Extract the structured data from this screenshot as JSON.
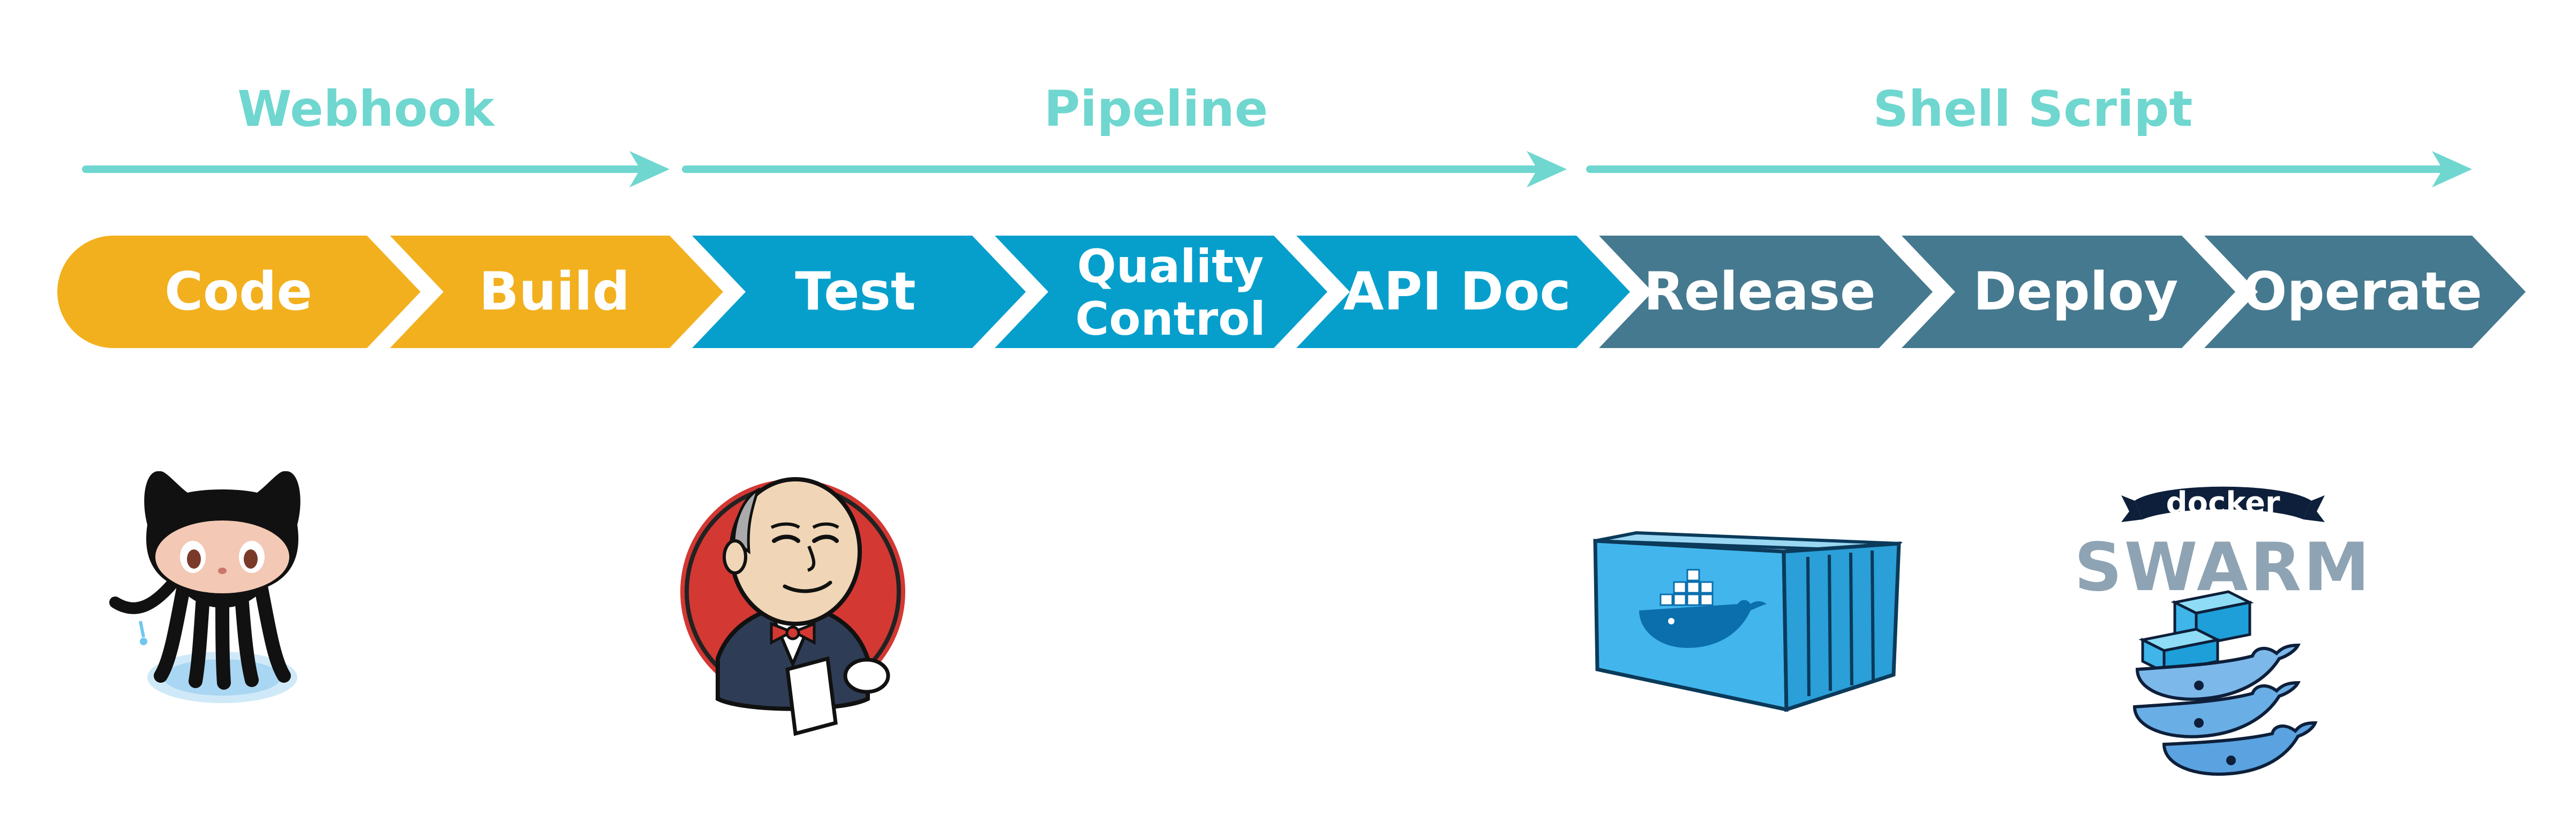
{
  "colors": {
    "phase_arrow": "#6fd7cf",
    "code_build": "#f2b01e",
    "pipeline": "#069fcc",
    "delivery": "#45798f",
    "step_text": "#ffffff"
  },
  "phases": [
    {
      "label": "Webhook"
    },
    {
      "label": "Pipeline"
    },
    {
      "label": "Shell Script"
    }
  ],
  "steps": [
    {
      "label": "Code",
      "color": "#f2b01e"
    },
    {
      "label": "Build",
      "color": "#f2b01e"
    },
    {
      "label": "Test",
      "color": "#069fcc"
    },
    {
      "label_line1": "Quality",
      "label_line2": "Control",
      "color": "#069fcc"
    },
    {
      "label": "API Doc",
      "color": "#069fcc"
    },
    {
      "label": "Release",
      "color": "#45798f"
    },
    {
      "label": "Deploy",
      "color": "#45798f"
    },
    {
      "label": "Operate",
      "color": "#45798f"
    }
  ],
  "logos": {
    "github": {
      "icon": "github-octocat-icon"
    },
    "jenkins": {
      "icon": "jenkins-butler-icon"
    },
    "docker": {
      "icon": "docker-container-icon"
    },
    "swarm": {
      "icon": "docker-swarm-icon",
      "banner_text": "docker",
      "word": "SWARM"
    }
  }
}
